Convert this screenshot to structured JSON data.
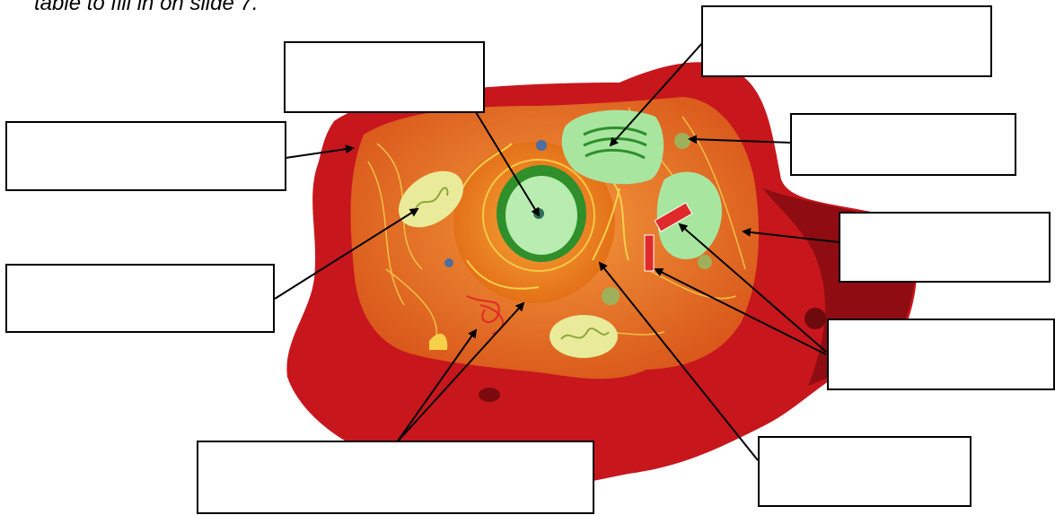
{
  "caption": "table to fill in on slide 7.",
  "diagram_type": "animal cell (labelling worksheet)",
  "label_boxes": [
    {
      "id": "top-centre",
      "text": ""
    },
    {
      "id": "top-right",
      "text": ""
    },
    {
      "id": "left-upper",
      "text": ""
    },
    {
      "id": "right-upper",
      "text": ""
    },
    {
      "id": "right-middle",
      "text": ""
    },
    {
      "id": "left-lower",
      "text": ""
    },
    {
      "id": "right-lower",
      "text": ""
    },
    {
      "id": "bottom-left",
      "text": ""
    },
    {
      "id": "bottom-right",
      "text": ""
    }
  ],
  "colors": {
    "membrane": "#c8161d",
    "membrane_dark": "#8f0d12",
    "cytoplasm": "#e8691c",
    "nucleus_outer": "#f28a1e",
    "nucleolus": "#2f8f2a",
    "organelle_green": "#a8e6a0",
    "mitochondria": "#e9eb9a",
    "arrow": "#000000"
  }
}
